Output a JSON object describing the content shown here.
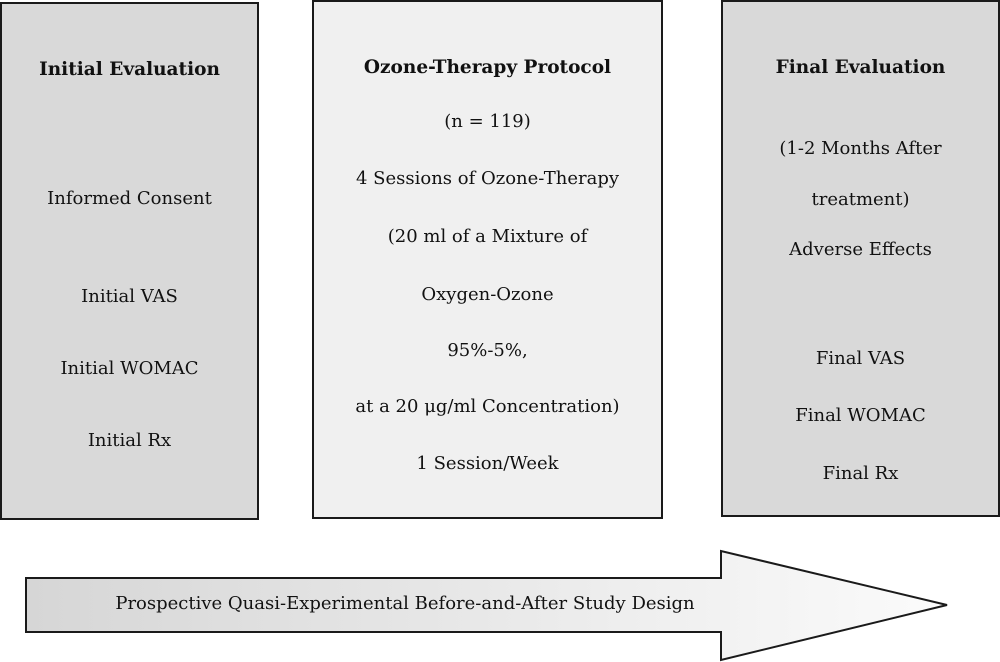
{
  "initial_evaluation": {
    "title": "Initial Evaluation",
    "items": [
      "Informed Consent",
      "Initial VAS",
      "Initial WOMAC",
      "Initial Rx"
    ]
  },
  "protocol": {
    "title": "Ozone-Therapy Protocol",
    "lines": [
      "(n = 119)",
      "4 Sessions of Ozone-Therapy",
      "(20 ml of a Mixture of",
      "Oxygen-Ozone",
      "95%-5%,",
      "at a 20 μg/ml Concentration)",
      "1 Session/Week"
    ]
  },
  "final_evaluation": {
    "title": "Final Evaluation",
    "lines": [
      "(1-2 Months After",
      "treatment)",
      "Adverse Effects",
      "Final VAS",
      "Final WOMAC",
      "Final Rx"
    ]
  },
  "timeline": {
    "label": "Prospective Quasi-Experimental Before-and-After Study Design"
  },
  "colors": {
    "dark_box": "#d9d9d9",
    "light_box": "#f0f0f0",
    "border": "#1a1a1a"
  }
}
